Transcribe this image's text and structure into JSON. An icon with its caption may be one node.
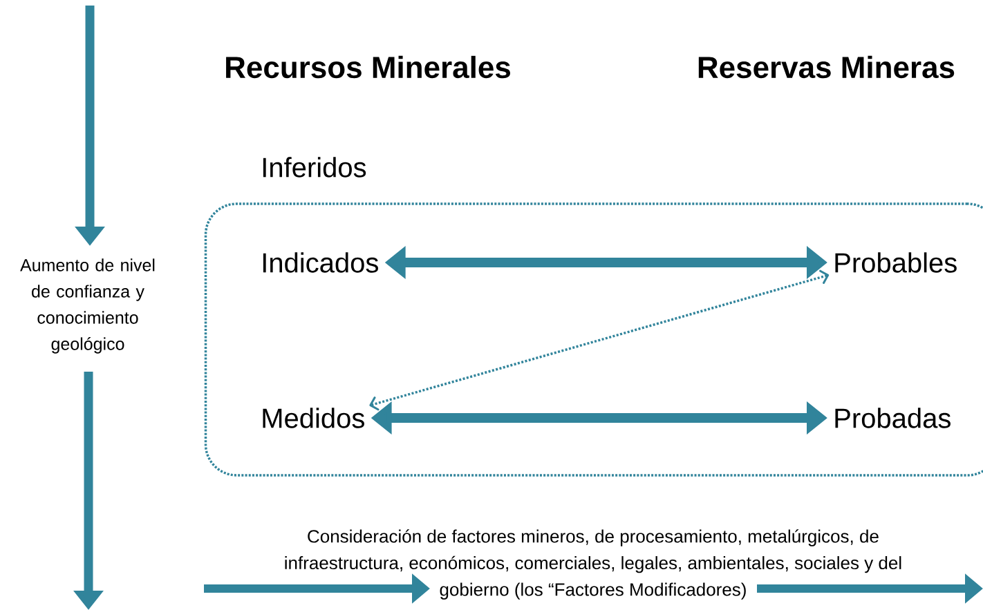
{
  "diagram": {
    "nodes": [
      {
        "text": [],
        "shape": "box"
      },
      {
        "text": [
          "Indicados"
        ],
        "in": 0
      },
      {
        "text": [
          "Probables"
        ],
        "in": 0
      },
      {
        "text": [
          "Medidos"
        ],
        "in": 0
      },
      {
        "text": [
          "Probadas"
        ],
        "in": 0
      },
      {
        "text": [
          "Inferidos"
        ]
      }
    ],
    "edges": [
      {
        "from": 1,
        "to": 2,
        "arrow": "both"
      },
      {
        "from": 3,
        "to": 4,
        "arrow": "both"
      },
      {
        "from": 3,
        "to": 2,
        "arrow": "both",
        "style": "dashed"
      }
    ],
    "labels": [
      "Recursos Minerales",
      "Reservas Mineras",
      "Aumento de nivel de confianza y conocimiento geológico",
      "Consideración de factores mineros, de procesamiento, metalúrgicos, de infraestructura, económicos, comerciales, legales, ambientales, sociales y del gobierno (los “Factores Modificadores)"
    ]
  }
}
